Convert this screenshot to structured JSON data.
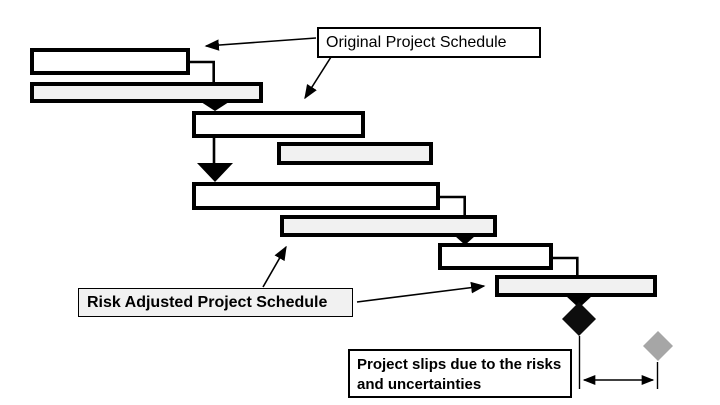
{
  "colors": {
    "bar_white": "#ffffff",
    "bar_gray": "#f1f1f1",
    "outline": "#000000",
    "milestone_black": "#0d0d0d",
    "milestone_gray": "#a6a6a6",
    "callout_gray": "#f1f1f1",
    "callout_white": "#ffffff"
  },
  "callouts": {
    "original_schedule": "Original Project Schedule",
    "risk_adjusted_schedule": "Risk Adjusted Project Schedule",
    "slip_note_line1": "Project slips due to the risks",
    "slip_note_line2": "and uncertainties"
  }
}
